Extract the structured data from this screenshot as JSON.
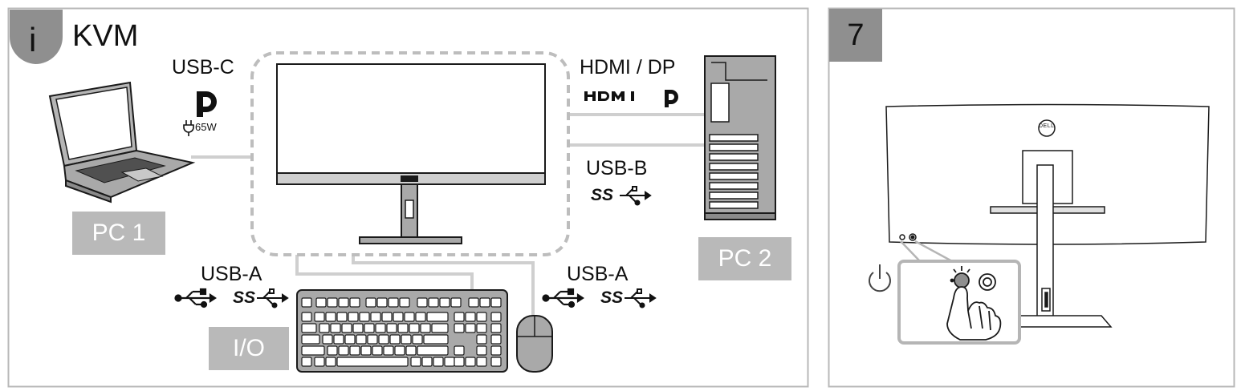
{
  "left_panel": {
    "info_icon": "i",
    "title": "KVM",
    "labels": {
      "usb_c": "USB-C",
      "power_watt": "65W",
      "hdmi_dp": "HDMI / DP",
      "hdmi_logo": "HDMI",
      "usb_b": "USB-B",
      "usb_a_left": "USB-A",
      "usb_a_right": "USB-A",
      "ss_symbol": "SS"
    },
    "tags": {
      "pc1": "PC 1",
      "pc2": "PC 2",
      "io": "I/O"
    },
    "icons": [
      "info-icon",
      "displayport-icon",
      "power-delivery-icon",
      "hdmi-logo-icon",
      "usb-superspeed-icon",
      "usb-icon",
      "laptop-icon",
      "monitor-icon",
      "desktop-tower-icon",
      "keyboard-icon",
      "mouse-icon"
    ]
  },
  "right_panel": {
    "step_number": "7",
    "brand_logo_text": "DELL",
    "icons": [
      "power-icon",
      "monitor-back-icon",
      "finger-press-icon"
    ]
  },
  "colors": {
    "panel_border": "#b8b8b8",
    "tag_fill": "#b9b9b9",
    "step_fill": "#8f8f8f",
    "cable": "#cfcfcf",
    "device_stroke": "#1a1a1a",
    "device_fill": "#a9a9a9"
  }
}
